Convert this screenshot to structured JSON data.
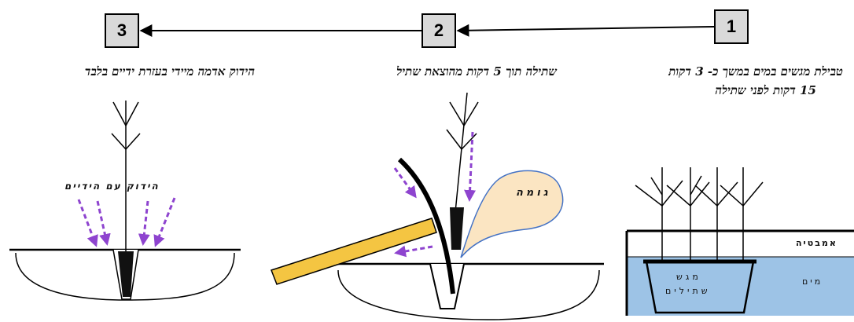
{
  "steps": [
    {
      "number": "1",
      "caption_lines": [
        "טבילת מגשים במים במשך כ- 3 דקות",
        "15 דקות לפני שתילה"
      ]
    },
    {
      "number": "2",
      "caption_lines": [
        "שתילה תוך 5 דקות מהוצאת שתיל"
      ]
    },
    {
      "number": "3",
      "caption_lines": [
        "הידוק אדמה מיידי בעזרת ידיים בלבד"
      ]
    }
  ],
  "labels": {
    "hand_packing": "הידוק עם הידיים",
    "rubber": "גומה",
    "tub": "אמבטיה",
    "water": "מים",
    "tray_line1": "מגש",
    "tray_line2": "שתילים"
  },
  "colors": {
    "water": "#9dc3e6",
    "arrow_dashed": "#8e44cf",
    "rubber_fill": "#fbe5c2",
    "rubber_outline": "#4472c4",
    "handle": "#f4c542",
    "box_fill": "#d9d9d9"
  }
}
